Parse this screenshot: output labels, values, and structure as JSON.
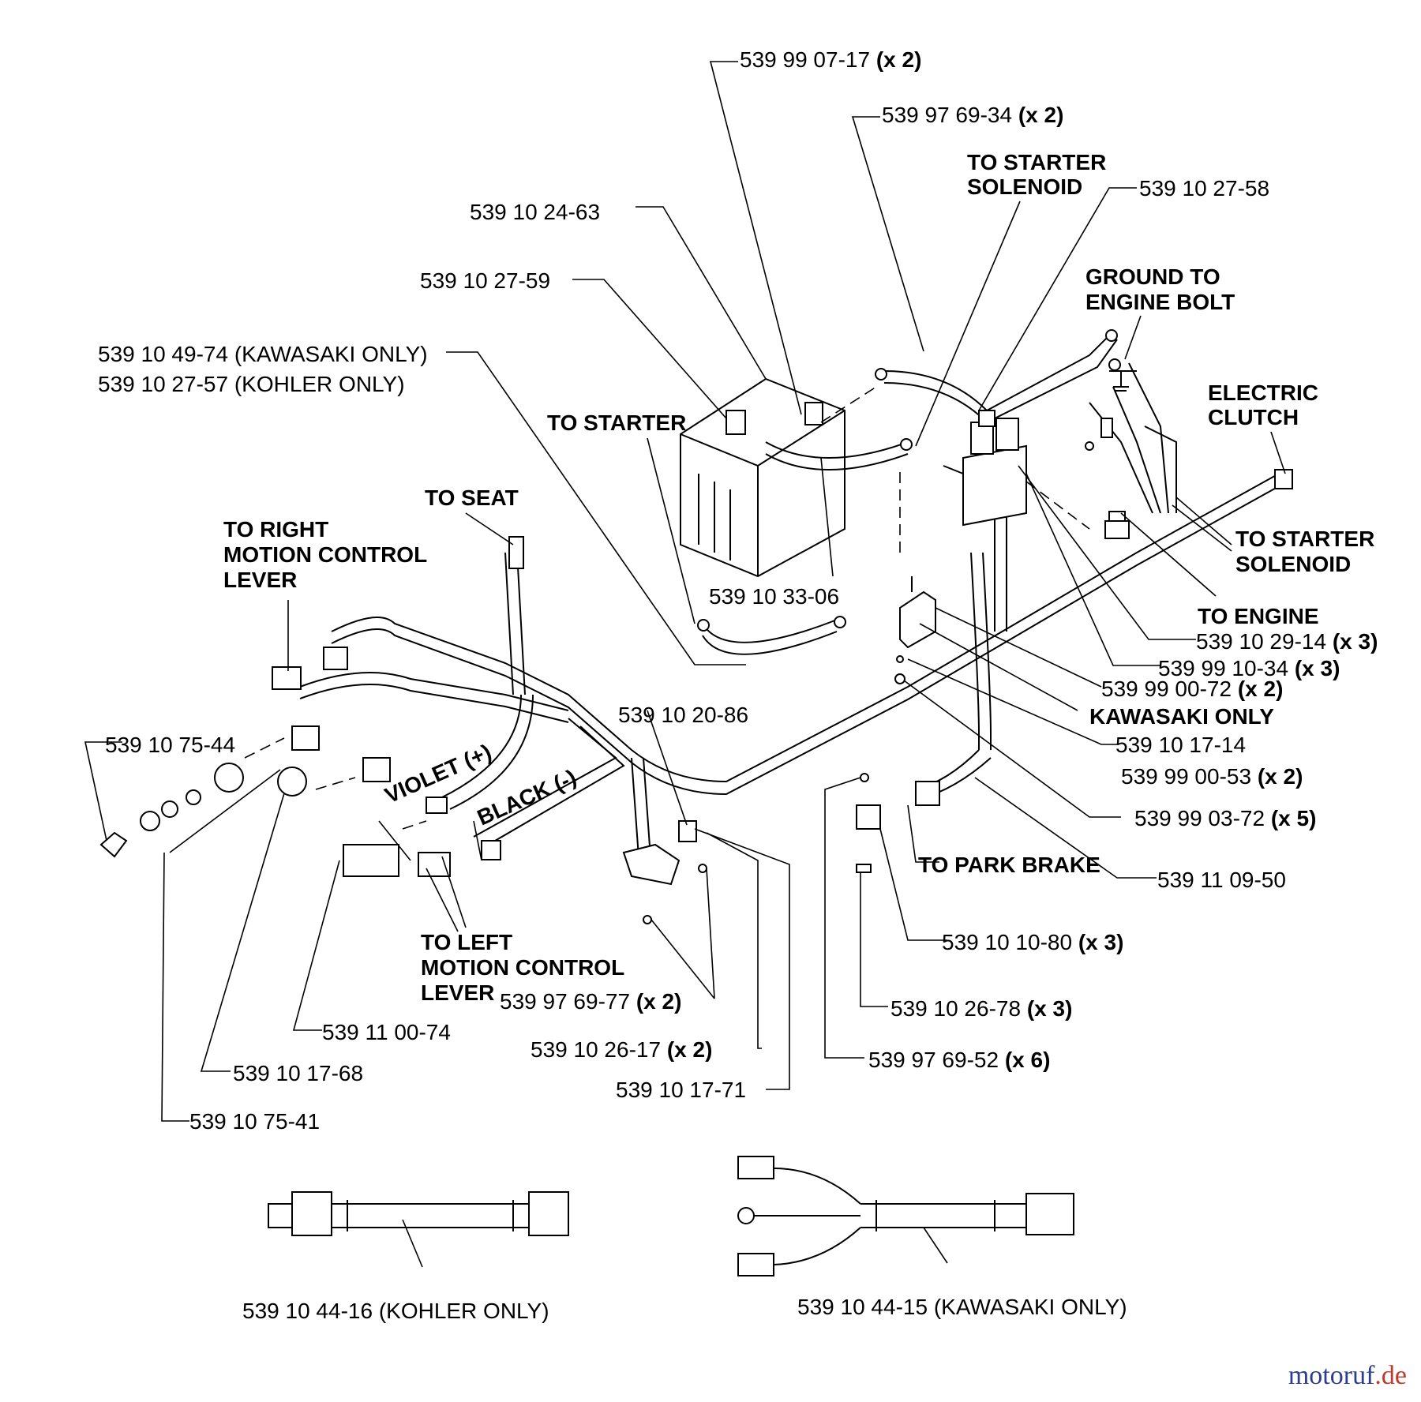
{
  "labels": {
    "p_539990717": "539 99 07-17",
    "p_539976934": "539 97 69-34",
    "p_539102463": "539 10 24-63",
    "p_539102758": "539 10 27-58",
    "p_539102759": "539 10 27-59",
    "p_539104974": "539 10 49-74 (KAWASAKI ONLY)",
    "p_539102757": "539 10 27-57 (KOHLER ONLY)",
    "p_539103306": "539 10 33-06",
    "p_539107544": "539 10 75-44",
    "p_539102086": "539 10 20-86",
    "p_539102914": "539 10 29-14",
    "p_539991034": "539 99 10-34",
    "p_539990072": "539 99 00-72",
    "p_539101714": "539 10 17-14",
    "p_539990053": "539 99 00-53",
    "p_539990372": "539 99 03-72",
    "p_539110950": "539 11 09-50",
    "p_539101080": "539 10 10-80",
    "p_539102678": "539 10 26-78",
    "p_539976952": "539 97 69-52",
    "p_539976977": "539 97 69-77",
    "p_539102617": "539 10 26-17",
    "p_539101771": "539 10 17-71",
    "p_539110074": "539 11 00-74",
    "p_539101768": "539 10 17-68",
    "p_539107541": "539 10 75-41",
    "p_539104416": "539 10 44-16 (KOHLER ONLY)",
    "p_539104415": "539 10 44-15 (KAWASAKI ONLY)"
  },
  "qty": {
    "x2": "(x 2)",
    "x3": "(x 3)",
    "x5": "(x 5)",
    "x6": "(x 6)"
  },
  "callouts": {
    "to_starter_solenoid_top_1": "TO STARTER",
    "to_starter_solenoid_top_2": "SOLENOID",
    "ground_1": "GROUND TO",
    "ground_2": "ENGINE BOLT",
    "electric_clutch_1": "ELECTRIC",
    "electric_clutch_2": "CLUTCH",
    "to_starter": "TO STARTER",
    "to_seat": "TO SEAT",
    "to_right_1": "TO RIGHT",
    "to_right_2": "MOTION CONTROL",
    "to_right_3": "LEVER",
    "to_starter_solenoid_right_1": "TO STARTER",
    "to_starter_solenoid_right_2": "SOLENOID",
    "to_engine": "TO ENGINE",
    "kawasaki_only": "KAWASAKI ONLY",
    "violet": "VIOLET (+)",
    "black": "BLACK (-)",
    "to_park_brake": "TO PARK BRAKE",
    "to_left_1": "TO LEFT",
    "to_left_2": "MOTION CONTROL",
    "to_left_3": "LEVER"
  },
  "watermark": {
    "brand": "motoruf",
    "tld": ".de"
  }
}
